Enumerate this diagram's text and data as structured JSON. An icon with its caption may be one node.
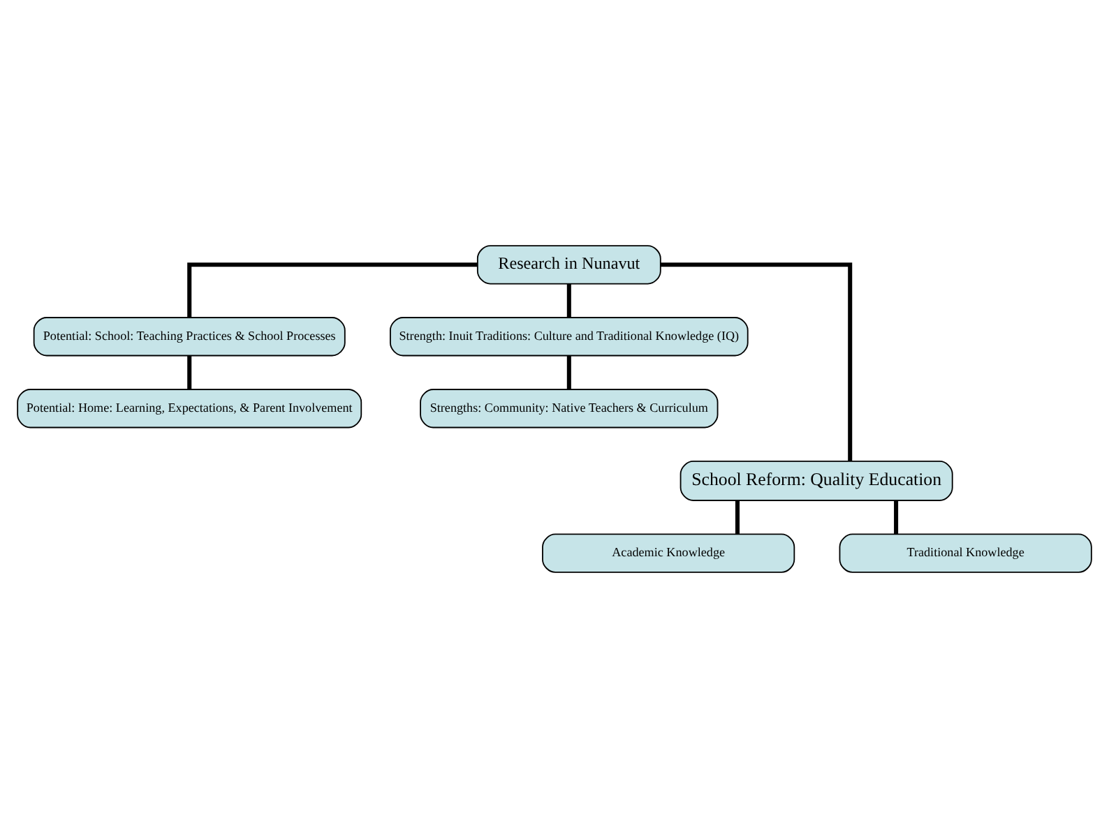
{
  "diagram": {
    "nodes": [
      {
        "text": [
          "Research in Nunavut"
        ]
      },
      {
        "text": [
          "Potential: School: Teaching Practices & School Processes"
        ]
      },
      {
        "text": [
          "Strength: Inuit Traditions: Culture and Traditional Knowledge (IQ)"
        ]
      },
      {
        "text": [
          "Potential: Home: Learning, Expectations, & Parent Involvement"
        ]
      },
      {
        "text": [
          "Strengths: Community: Native Teachers & Curriculum"
        ]
      },
      {
        "text": [
          "School Reform: Quality Education"
        ]
      },
      {
        "text": [
          "Academic Knowledge"
        ]
      },
      {
        "text": [
          "Traditional Knowledge"
        ]
      }
    ],
    "edges": [
      {
        "from": 0,
        "to": 1,
        "arrow": "none"
      },
      {
        "from": 0,
        "to": 2,
        "arrow": "none"
      },
      {
        "from": 1,
        "to": 3,
        "arrow": "none"
      },
      {
        "from": 2,
        "to": 4,
        "arrow": "none"
      },
      {
        "from": 0,
        "to": 5,
        "arrow": "none"
      },
      {
        "from": 5,
        "to": 6,
        "arrow": "none"
      },
      {
        "from": 5,
        "to": 7,
        "arrow": "none"
      }
    ]
  }
}
